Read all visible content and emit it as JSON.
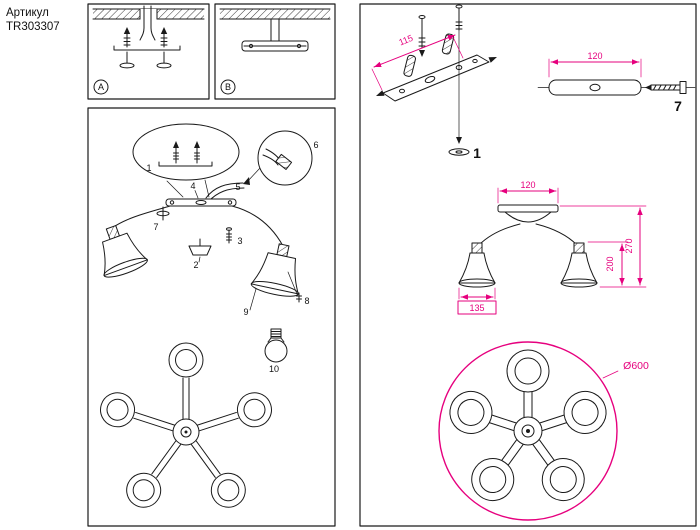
{
  "colors": {
    "accent": "#E6007E",
    "line": "#1a1a1a"
  },
  "header": {
    "article_label": "Артикул",
    "article_number": "TR303307"
  },
  "panel_a": {
    "label": "A"
  },
  "panel_b": {
    "label": "B"
  },
  "assembly_steps": {
    "n1": "1",
    "n2": "2",
    "n3": "3",
    "n4": "4",
    "n5": "5",
    "n6": "6",
    "n7": "7",
    "n8": "8",
    "n9": "9",
    "n10": "10"
  },
  "bracket_detail": {
    "dim_length": "115",
    "screw_label": "1"
  },
  "bar_detail": {
    "dim_length": "120",
    "screw_label": "7"
  },
  "front_view": {
    "dim_bracket_width": "120",
    "dim_total_height": "270",
    "dim_shade_height": "200",
    "dim_shade_width": "135"
  },
  "top_view": {
    "dim_diameter": "Ø600"
  }
}
